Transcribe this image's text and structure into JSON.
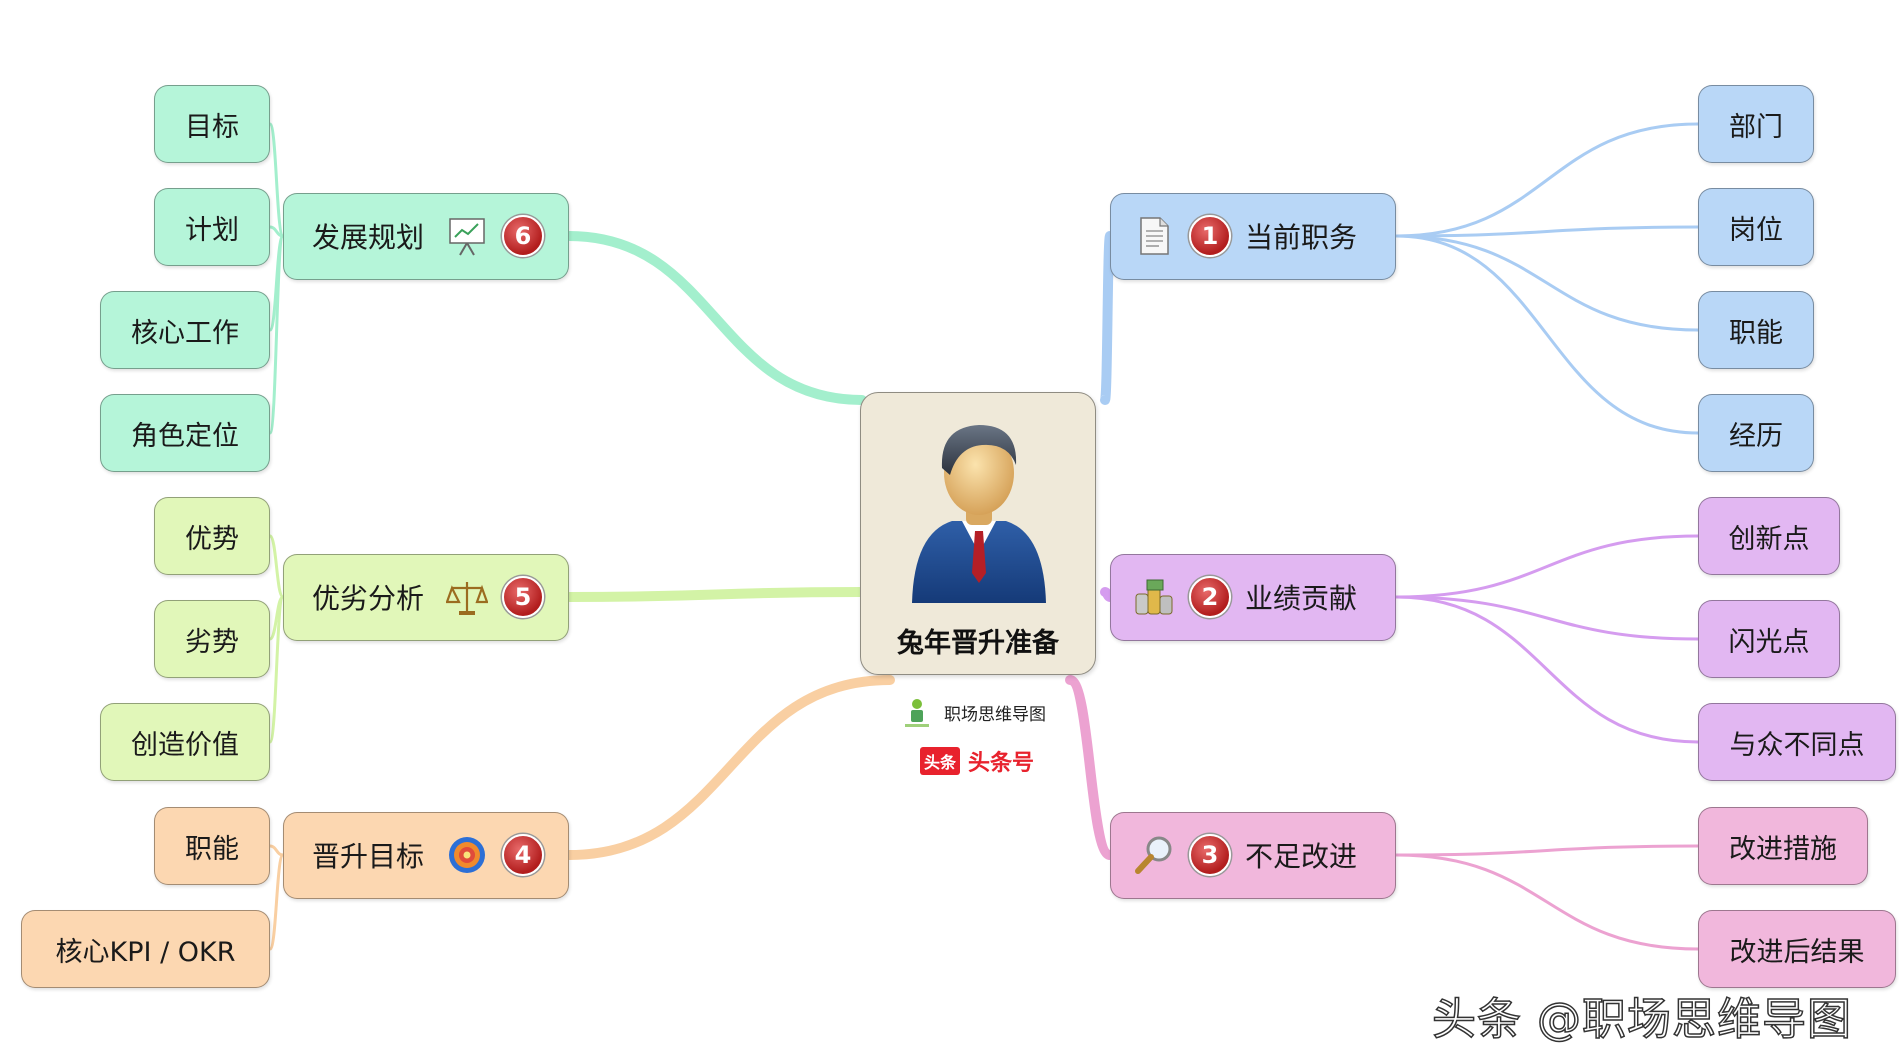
{
  "center": {
    "title": "兔年晋升准备",
    "icon": "businessman-icon"
  },
  "branches": [
    {
      "id": "b1",
      "label": "当前职务",
      "number": "1",
      "icon": "document-icon",
      "color": "#b9d7f7",
      "line": "#a9ccf3",
      "children": [
        "部门",
        "岗位",
        "职能",
        "经历"
      ]
    },
    {
      "id": "b2",
      "label": "业绩贡献",
      "number": "2",
      "icon": "coins-icon",
      "color": "#e2b7f2",
      "line": "#d59cef",
      "children": [
        "创新点",
        "闪光点",
        "与众不同点"
      ]
    },
    {
      "id": "b3",
      "label": "不足改进",
      "number": "3",
      "icon": "magnifier-icon",
      "color": "#f1b7dc",
      "line": "#eca2d1",
      "children": [
        "改进措施",
        "改进后结果"
      ]
    },
    {
      "id": "b4",
      "label": "晋升目标",
      "number": "4",
      "icon": "target-icon",
      "color": "#fcd7b1",
      "line": "#f9cfa2",
      "children": [
        "职能",
        "核心KPI / OKR"
      ]
    },
    {
      "id": "b5",
      "label": "优劣分析",
      "number": "5",
      "icon": "scales-icon",
      "color": "#e1f7b9",
      "line": "#d3f3a6",
      "children": [
        "优势",
        "劣势",
        "创造价值"
      ]
    },
    {
      "id": "b6",
      "label": "发展规划",
      "number": "6",
      "icon": "presentation-icon",
      "color": "#b5f5d9",
      "line": "#a3efcd",
      "children": [
        "目标",
        "计划",
        "核心工作",
        "角色定位"
      ]
    }
  ],
  "branding": {
    "mindmap_label": "职场思维导图",
    "toutiao_box": "头条",
    "toutiao_label": "头条号"
  },
  "watermark": "头条 @职场思维导图"
}
